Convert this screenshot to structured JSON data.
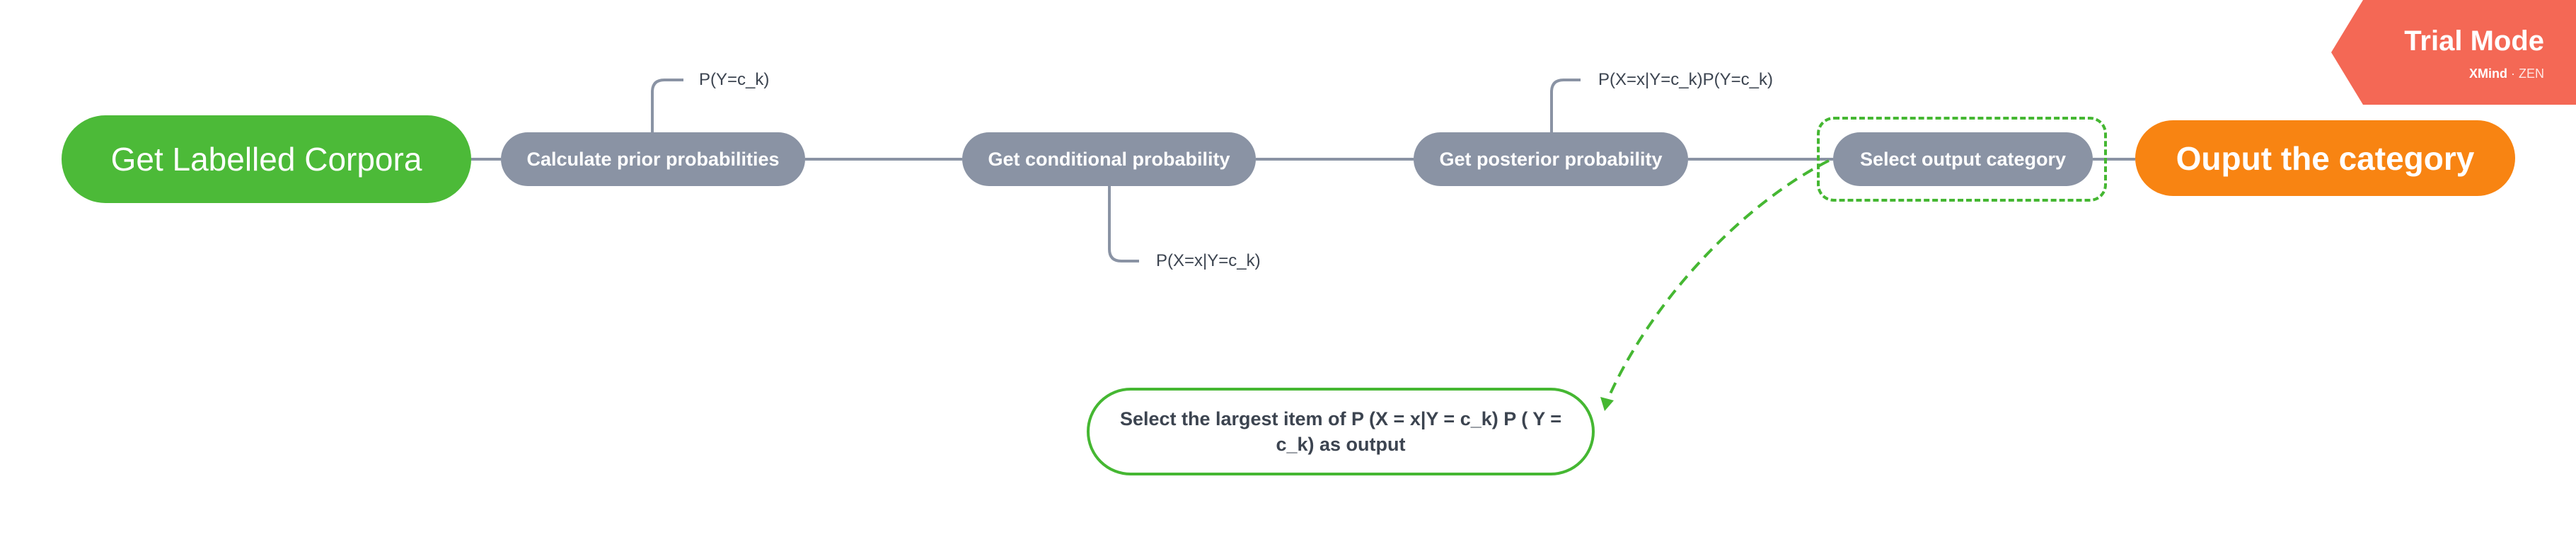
{
  "colors": {
    "root": "#4cba38",
    "subtopic": "#8a93a4",
    "end": "#f88412",
    "connector": "#8a93a4",
    "relationship": "#45b732",
    "badge": "#f46855"
  },
  "root": {
    "label": "Get Labelled Corpora"
  },
  "steps": [
    {
      "label": "Calculate prior probabilities"
    },
    {
      "label": "Get conditional probability"
    },
    {
      "label": "Get posterior probability"
    },
    {
      "label": "Select output category"
    }
  ],
  "end": {
    "label": "Ouput the category"
  },
  "leaves": [
    {
      "label": "P(Y=c_k)"
    },
    {
      "label": "P(X=x|Y=c_k)"
    },
    {
      "label": "P(X=x|Y=c_k)P(Y=c_k)"
    }
  ],
  "note": {
    "label": "Select the largest item of P (X = x|Y = c_k) P ( Y = c_k) as output"
  },
  "badge": {
    "title": "Trial Mode",
    "brand": "XMind",
    "edition": "ZEN"
  }
}
